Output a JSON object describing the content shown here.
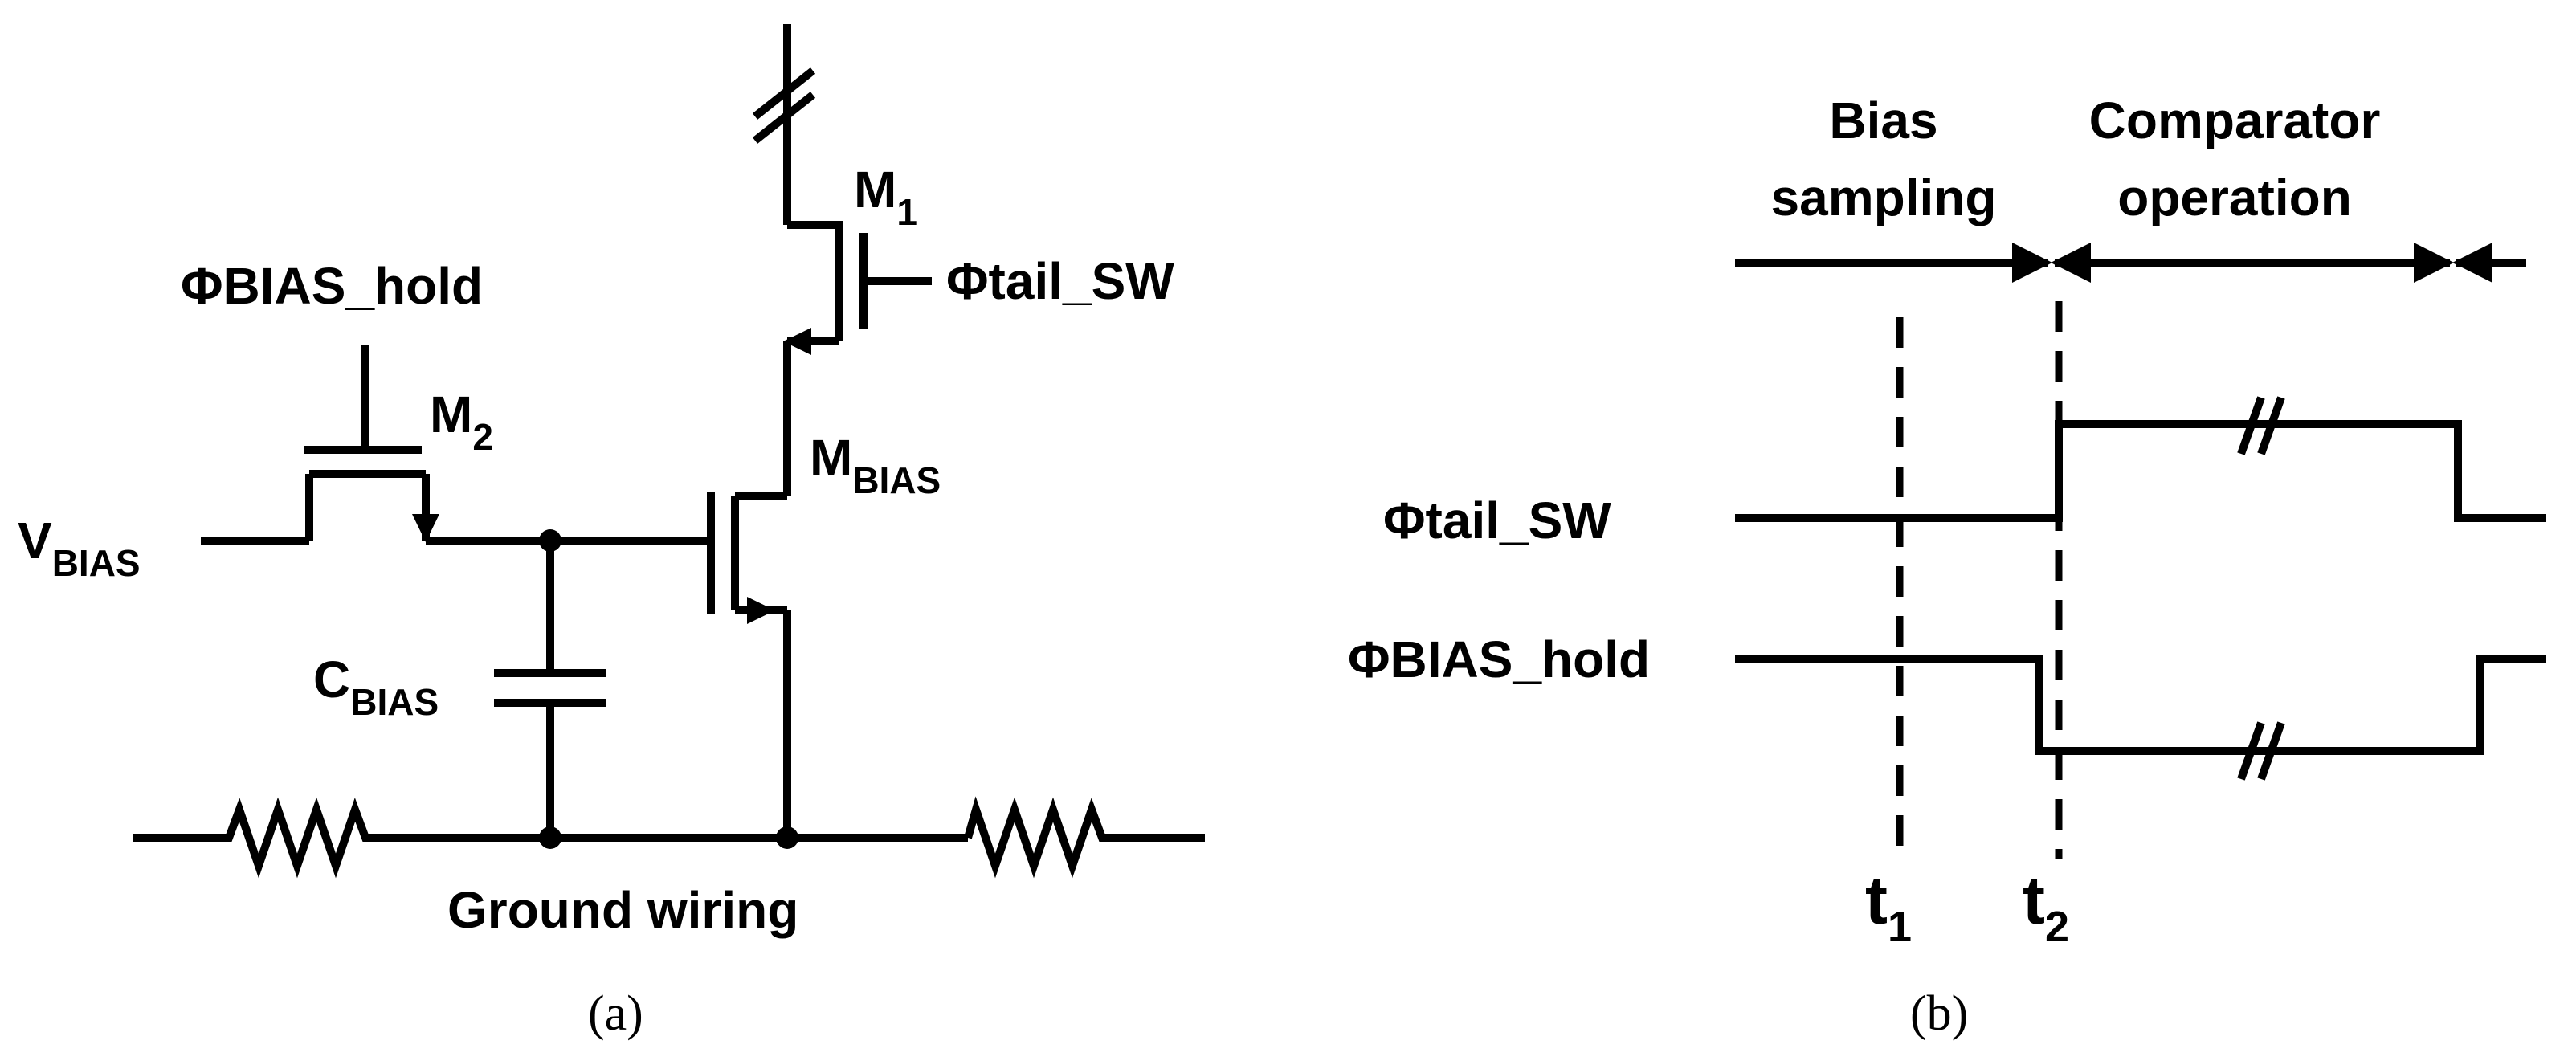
{
  "panel_a": {
    "labels": {
      "phi_bias_hold": "ΦBIAS_hold",
      "m2_main": "M",
      "m2_sub": "2",
      "m1_main": "M",
      "m1_sub": "1",
      "phi_tail_sw": "Φtail_SW",
      "mbias_main": "M",
      "mbias_sub": "BIAS",
      "vbias_main": "V",
      "vbias_sub": "BIAS",
      "cbias_main": "C",
      "cbias_sub": "BIAS",
      "ground_wiring": "Ground wiring"
    },
    "caption": "(a)"
  },
  "panel_b": {
    "phases": {
      "bias_sampling_line1": "Bias",
      "bias_sampling_line2": "sampling",
      "comparator_line1": "Comparator",
      "comparator_line2": "operation"
    },
    "signals": {
      "phi_tail_sw": "Φtail_SW",
      "phi_bias_hold": "ΦBIAS_hold"
    },
    "times": {
      "t1_main": "t",
      "t1_sub": "1",
      "t2_main": "t",
      "t2_sub": "2"
    },
    "caption": "(b)"
  }
}
